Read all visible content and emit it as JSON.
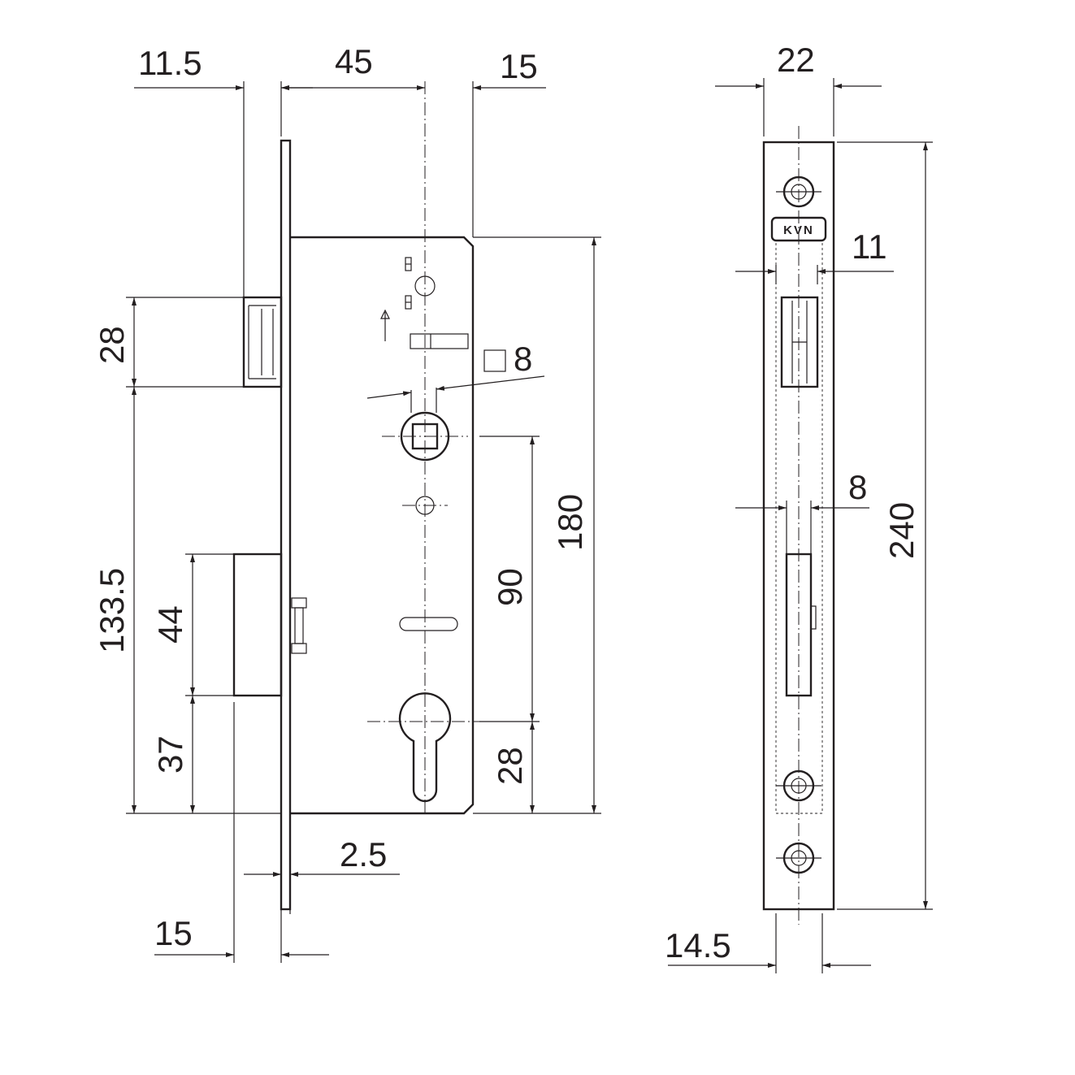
{
  "front_view": {
    "dims": {
      "backset_bolt": "11.5",
      "backset": "45",
      "faceplate_offset": "15",
      "latch_height": "28",
      "spindle_square": "8",
      "body_height": "180",
      "spindle_to_cylinder": "90",
      "cylinder_to_bottom": "28",
      "spindle_to_bottom": "133.5",
      "deadbolt_height": "44",
      "deadbolt_to_bottom": "37",
      "faceplate_thickness": "2.5",
      "deadbolt_projection": "15"
    }
  },
  "side_view": {
    "logo": "KVN",
    "dims": {
      "faceplate_width": "22",
      "latch_width": "11",
      "bolt_width": "8",
      "faceplate_height": "240",
      "slot_width": "14.5"
    }
  },
  "colors": {
    "ink": "#231f20",
    "paper": "#ffffff"
  }
}
